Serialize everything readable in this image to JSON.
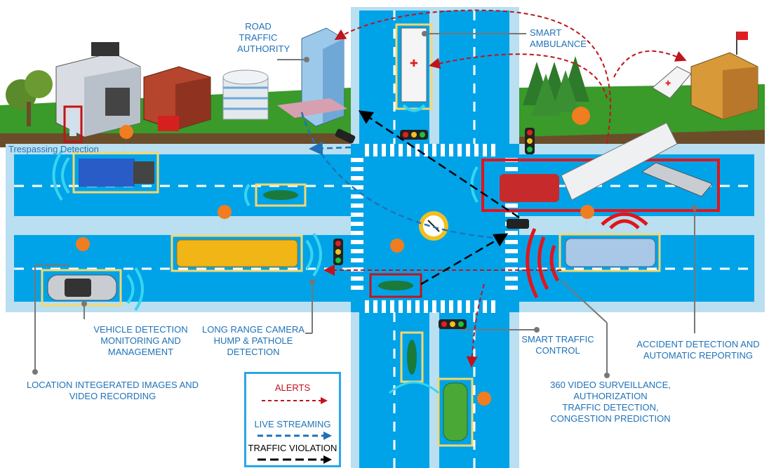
{
  "labels": {
    "road_traffic_authority": [
      "ROAD",
      "TRAFFIC",
      "AUTHORITY"
    ],
    "smart_ambulance": [
      "SMART",
      "AMBULANCE"
    ],
    "trespassing_detection": "Trespassing Detection",
    "vehicle_detection": [
      "VEHICLE DETECTION",
      "MONITORING AND",
      "MANAGEMENT"
    ],
    "long_range_camera": [
      "LONG RANGE CAMERA",
      "HUMP & PATHOLE",
      "DETECTION"
    ],
    "smart_traffic_control": [
      "SMART TRAFFIC",
      "CONTROL"
    ],
    "accident_detection": [
      "ACCIDENT DETECTION AND",
      "AUTOMATIC REPORTING"
    ],
    "location_images": [
      "LOCATION INTEGERATED IMAGES AND",
      "VIDEO RECORDING"
    ],
    "video_surveillance": [
      "360 VIDEO SURVEILLANCE,",
      "AUTHORIZATION",
      "TRAFFIC DETECTION,",
      "CONGESTION PREDICTION"
    ]
  },
  "legend": {
    "alerts": "ALERTS",
    "live_streaming": "LIVE STREAMING",
    "traffic_violation": "TRAFFIC VIOLATION"
  },
  "colors": {
    "road": "#00a3e8",
    "road_border": "#b9dff0",
    "grass": "#3a9a2a",
    "label": "#1f72b8",
    "alert": "#c0141b",
    "stream": "#1f72b8",
    "violation": "#000000",
    "highlight_box": "#f5d76e",
    "accident_box": "#e3141b",
    "pin": "#f07d1f"
  },
  "icons": [
    "hospital-icon",
    "ambulance-icon",
    "skyscraper-icon",
    "office-building-icon",
    "fire-station-icon",
    "police-station-icon",
    "tree-icon",
    "traffic-light-icon",
    "cctv-camera-icon",
    "speed-camera-icon",
    "location-pin-icon",
    "car-icon",
    "bus-icon",
    "truck-icon",
    "tractor-icon",
    "motorcycle-icon",
    "pedestrian-icon"
  ]
}
